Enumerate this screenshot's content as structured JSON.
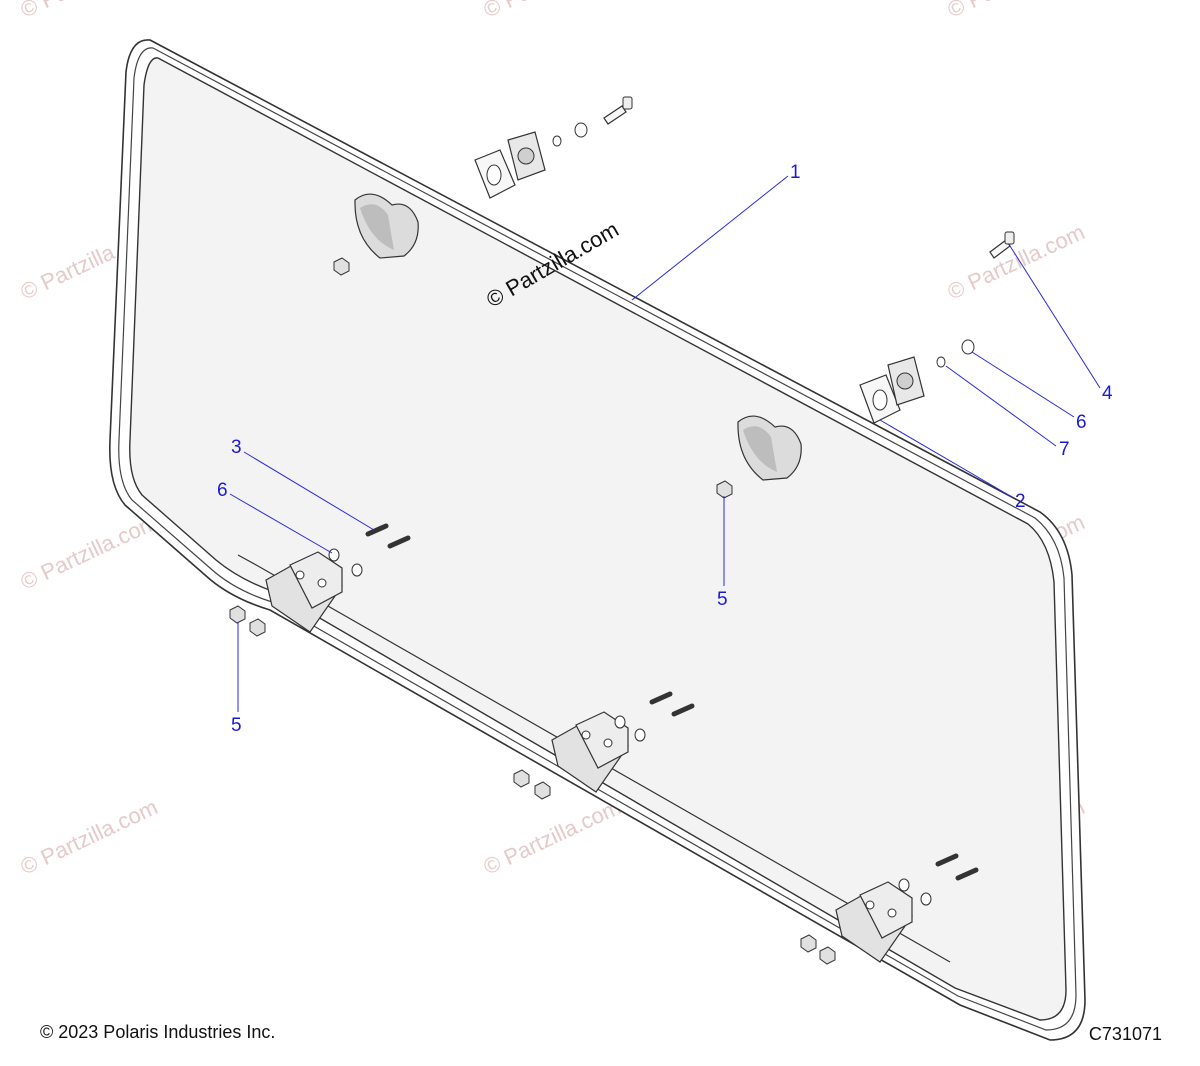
{
  "watermarks": {
    "center_text": "© Partzilla.com",
    "faded_text": "© Partzilla.com"
  },
  "callouts": {
    "c1": "1",
    "c2": "2",
    "c3": "3",
    "c4": "4",
    "c5a": "5",
    "c5b": "5",
    "c6a": "6",
    "c6b": "6",
    "c7": "7"
  },
  "footer": {
    "copyright": "© 2023 Polaris Industries Inc.",
    "diagram_code": "C731071"
  },
  "colors": {
    "callout": "#1a1ad6",
    "watermark": "#e6c9c9",
    "glass": "#f3f3f3",
    "outline": "#333333"
  }
}
